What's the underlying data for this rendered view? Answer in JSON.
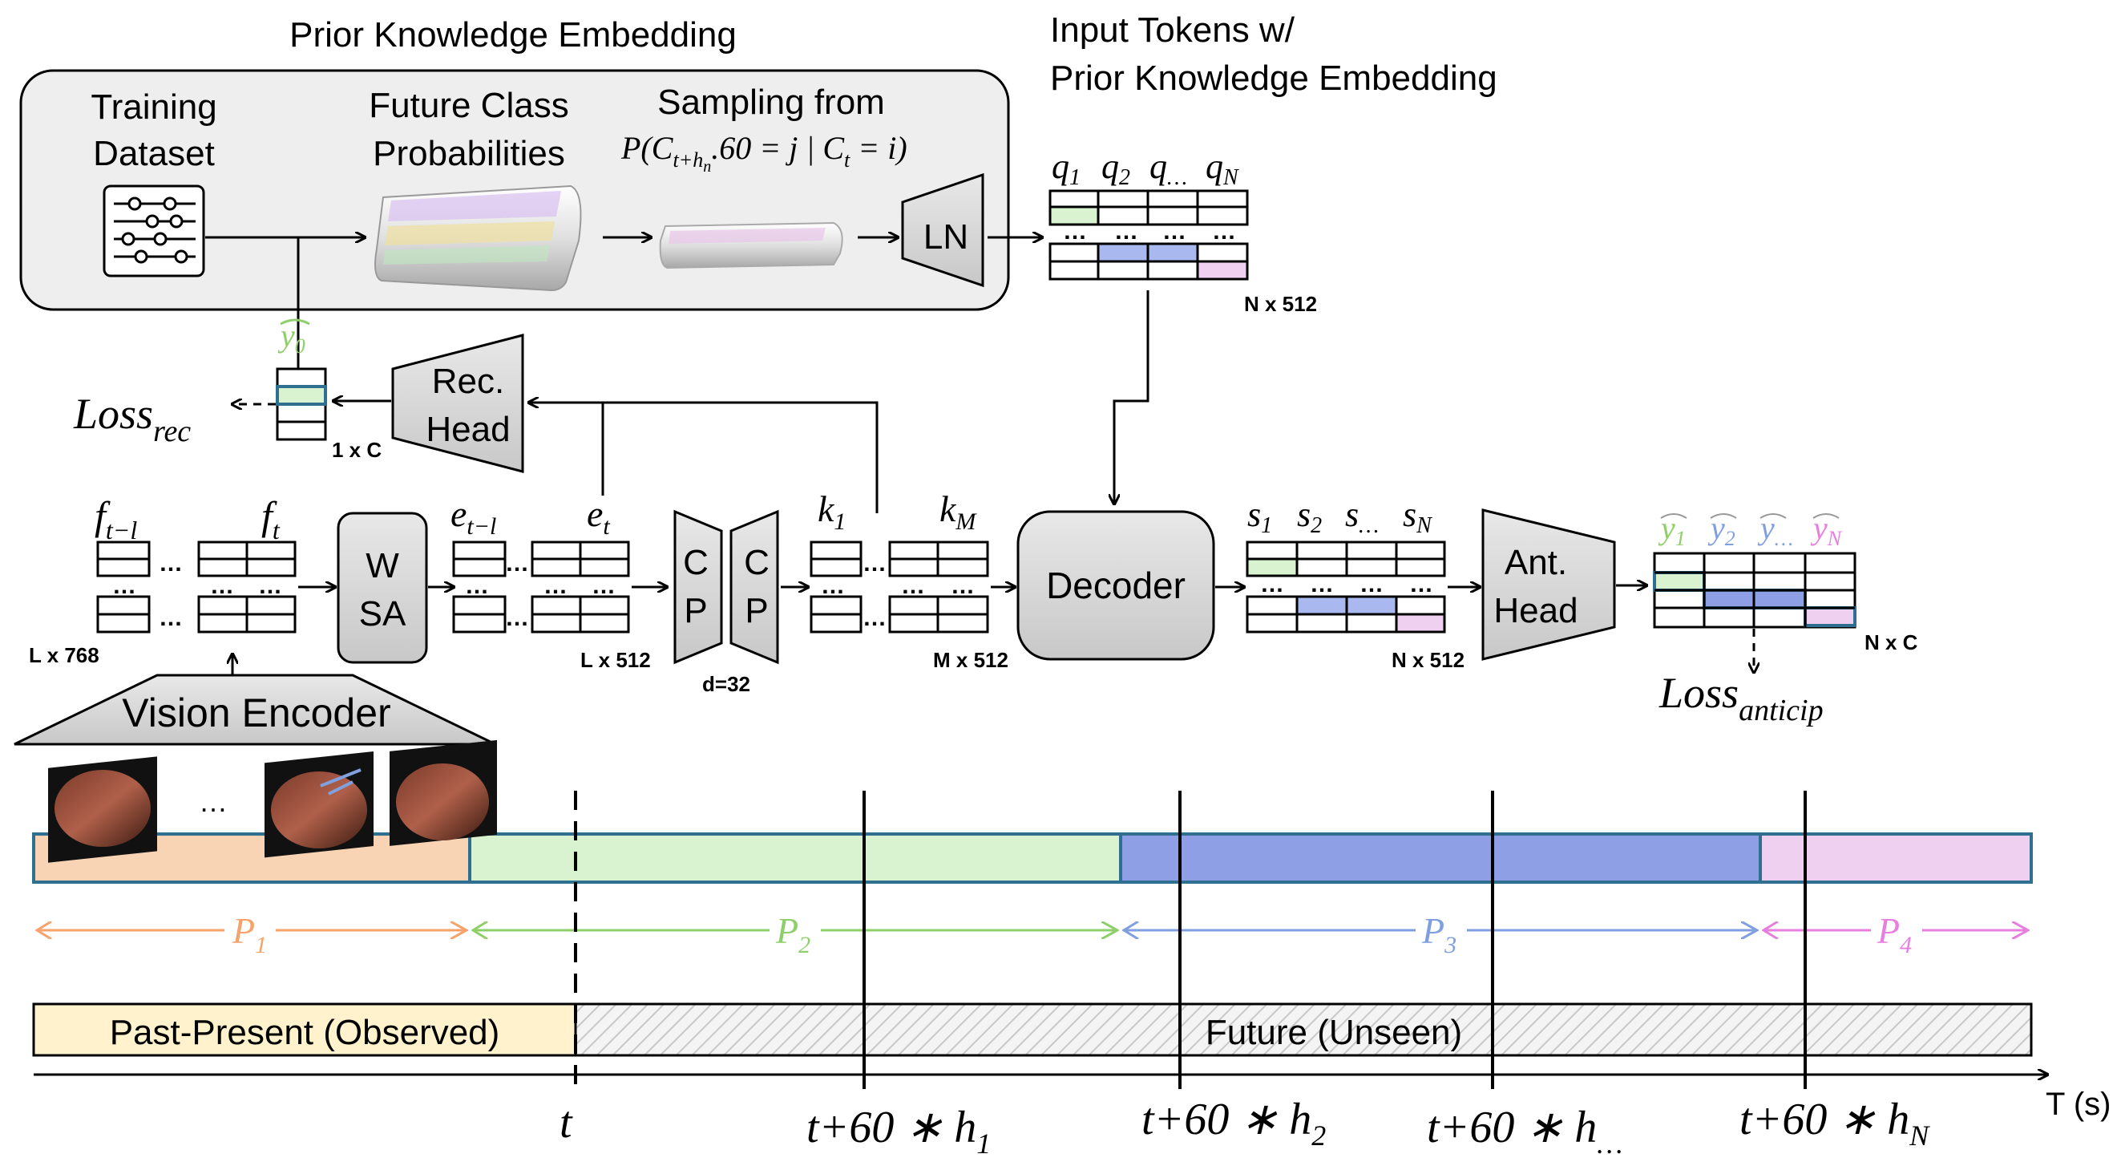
{
  "prior": {
    "title": "Prior Knowledge Embedding",
    "training_1": "Training",
    "training_2": "Dataset",
    "future_1": "Future Class",
    "future_2": "Probabilities",
    "sampling_1": "Sampling from",
    "sampling_2": "P(C",
    "sampling_sub": "t+h",
    "sampling_sub2": "n",
    "sampling_3": ".60 = j | C",
    "sampling_sub3": "t",
    "sampling_4": " = i)",
    "ln": "LN"
  },
  "input_tokens": {
    "title_1": "Input Tokens w/",
    "title_2": "Prior Knowledge Embedding",
    "q": [
      "q",
      "q",
      "q",
      "q"
    ],
    "q_sub": [
      "1",
      "2",
      "…",
      "N"
    ],
    "dim": "N x 512"
  },
  "rec": {
    "y0": "y",
    "y0_sub": "0",
    "dim": "1 x C",
    "loss": "Loss",
    "loss_sub": "rec",
    "head_1": "Rec.",
    "head_2": "Head"
  },
  "features": {
    "f1": "f",
    "f1_sub": "t−l",
    "f2": "f",
    "f2_sub": "t",
    "dim": "L x 768"
  },
  "wsa": {
    "l1": "W",
    "l2": "SA"
  },
  "embeddings": {
    "e1": "e",
    "e1_sub": "t−l",
    "e2": "e",
    "e2_sub": "t",
    "dim": "L x 512"
  },
  "cp": {
    "c": "C",
    "p": "P",
    "dim": "d=32"
  },
  "keys": {
    "k1": "k",
    "k1_sub": "1",
    "k2": "k",
    "k2_sub": "M",
    "dim": "M x 512"
  },
  "decoder": "Decoder",
  "states": {
    "s": [
      "s",
      "s",
      "s",
      "s"
    ],
    "s_sub": [
      "1",
      "2",
      "…",
      "N"
    ],
    "dim": "N x 512"
  },
  "ant_head": {
    "l1": "Ant.",
    "l2": "Head"
  },
  "outputs": {
    "y": [
      "y",
      "y",
      "y",
      "y"
    ],
    "y_sub": [
      "1",
      "2",
      "…",
      "N"
    ],
    "dim": "N x C",
    "loss": "Loss",
    "loss_sub": "anticip"
  },
  "vision_encoder": "Vision Encoder",
  "ellipsis": "…",
  "phases": [
    {
      "label": "P",
      "sub": "1",
      "color": "#f5a26b"
    },
    {
      "label": "P",
      "sub": "2",
      "color": "#8fcf6a"
    },
    {
      "label": "P",
      "sub": "3",
      "color": "#7f9fe0"
    },
    {
      "label": "P",
      "sub": "4",
      "color": "#e67fe0"
    }
  ],
  "timeline": {
    "observed": "Past-Present (Observed)",
    "unseen": "Future (Unseen)",
    "axis": "T (s)",
    "t": "t",
    "ticks": [
      {
        "main": "t+60 ∗ h",
        "sub": "1"
      },
      {
        "main": "t+60 ∗ h",
        "sub": "2"
      },
      {
        "main": "t+60 ∗ h",
        "sub": "…"
      },
      {
        "main": "t+60 ∗ h",
        "sub": "N"
      }
    ]
  },
  "colors": {
    "green": "#d9f2d0",
    "blue": "#8f9fe6",
    "pink": "#f0d0f0",
    "peach": "#f8d4b4",
    "observed": "#fff2cc",
    "teal_border": "#2f6f8f"
  }
}
